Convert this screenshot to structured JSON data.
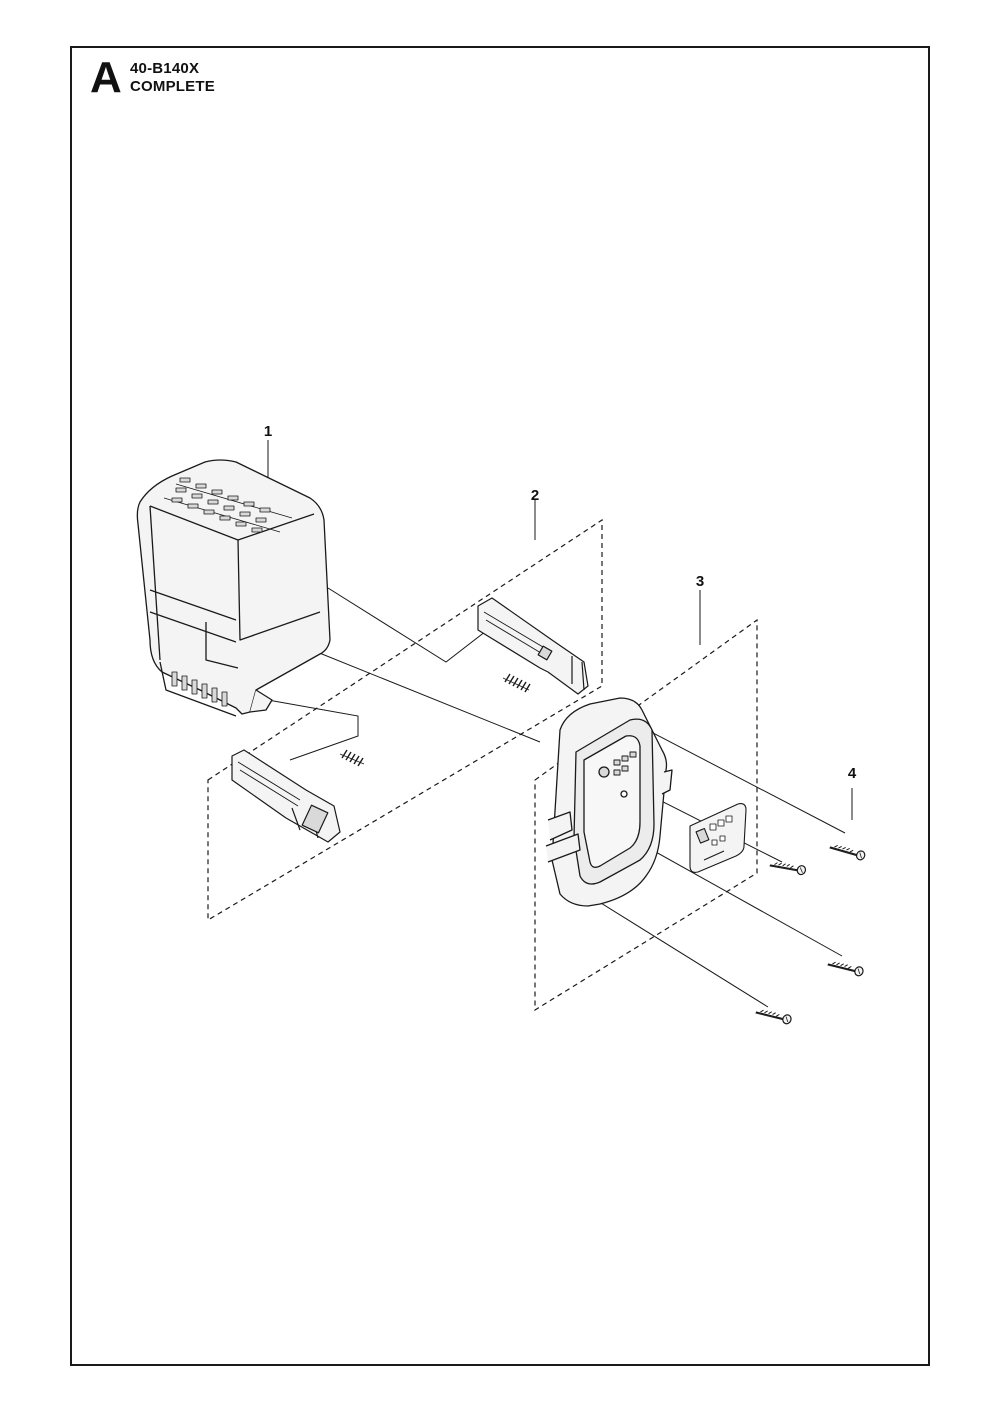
{
  "header": {
    "section_letter": "A",
    "model": "40-B140X",
    "assembly": "COMPLETE"
  },
  "callouts": {
    "part_1": "1",
    "part_2": "2",
    "part_3": "3",
    "part_4": "4"
  },
  "colors": {
    "line": "#1a1a1a",
    "part_fill": "#f4f4f4",
    "shade": "#d9d9d9"
  }
}
